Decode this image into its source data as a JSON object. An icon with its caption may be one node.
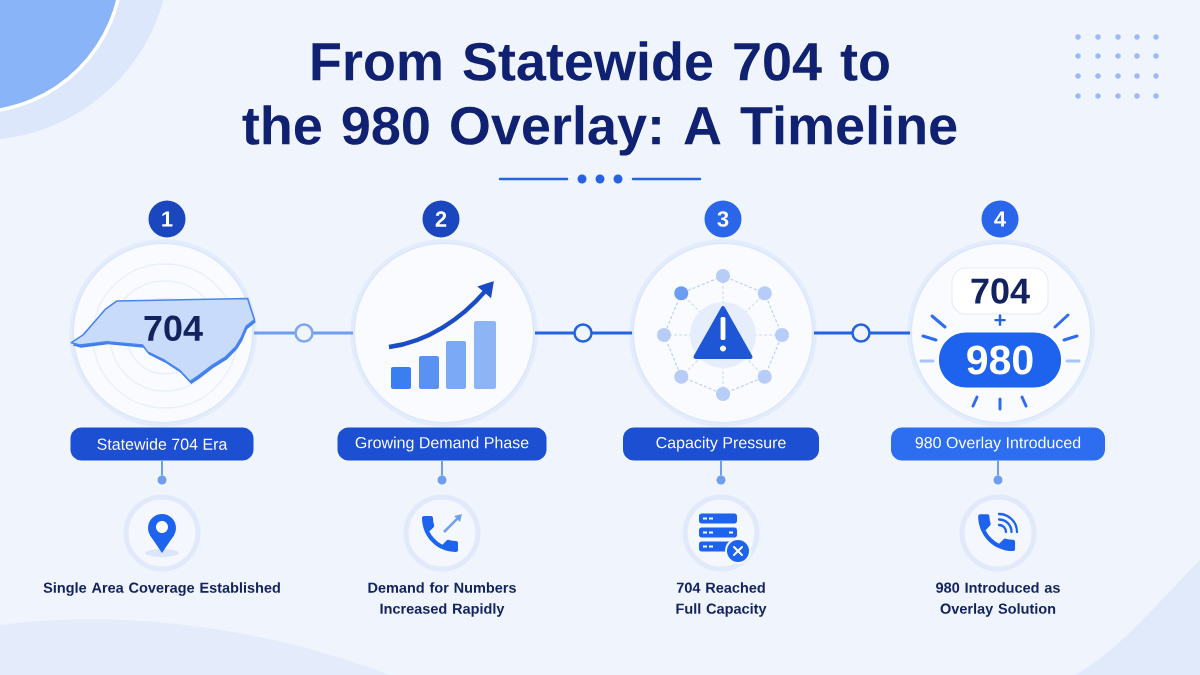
{
  "diagram": {
    "title": "From Statewide 704 to the 980 Overlay: A Timeline",
    "nodes": [
      {
        "text": [
          "1"
        ]
      },
      {
        "text": [],
        "shape": "circle"
      },
      {
        "text": [
          "704"
        ],
        "in": 1
      },
      {
        "text": [
          "Statewide 704 Era"
        ]
      },
      {
        "text": [],
        "shape": "circle"
      },
      {
        "text": [],
        "shape": "circle",
        "beside": [
          "Single Area Coverage Established"
        ]
      },
      {
        "text": [
          "2"
        ]
      },
      {
        "text": [],
        "shape": "circle"
      },
      {
        "text": [
          "Growing Demand Phase"
        ]
      },
      {
        "text": [],
        "shape": "circle"
      },
      {
        "text": [],
        "shape": "circle",
        "beside": [
          "Demand for Numbers Increased Rapidly"
        ]
      },
      {
        "text": [
          "3"
        ]
      },
      {
        "text": [],
        "shape": "circle"
      },
      {
        "text": [
          "Capacity Pressure"
        ]
      },
      {
        "text": [],
        "shape": "circle"
      },
      {
        "text": [],
        "shape": "circle",
        "beside": [
          "704 Reached Full Capacity"
        ]
      },
      {
        "text": [
          "4"
        ]
      },
      {
        "text": [],
        "shape": "circle"
      },
      {
        "text": [
          "704"
        ],
        "in": 17
      },
      {
        "text": [
          "980"
        ],
        "in": 17
      },
      {
        "text": [
          "980 Overlay Introduced"
        ]
      },
      {
        "text": [],
        "shape": "circle"
      },
      {
        "text": [],
        "shape": "circle",
        "beside": [
          "980 Introduced as Overlay Solution"
        ]
      }
    ],
    "edges": [
      {
        "from": 1,
        "to": 7,
        "arrow": "none"
      },
      {
        "from": 7,
        "to": 12,
        "arrow": "none",
        "color": "#2563e0"
      },
      {
        "from": 12,
        "to": 17,
        "arrow": "none",
        "color": "#2563e0"
      },
      {
        "from": 3,
        "to": 4,
        "arrow": "none"
      },
      {
        "from": 8,
        "to": 9,
        "arrow": "none"
      },
      {
        "from": 13,
        "to": 14,
        "arrow": "none"
      },
      {
        "from": 20,
        "to": 21,
        "arrow": "none"
      }
    ],
    "labels": [
      "+"
    ]
  }
}
